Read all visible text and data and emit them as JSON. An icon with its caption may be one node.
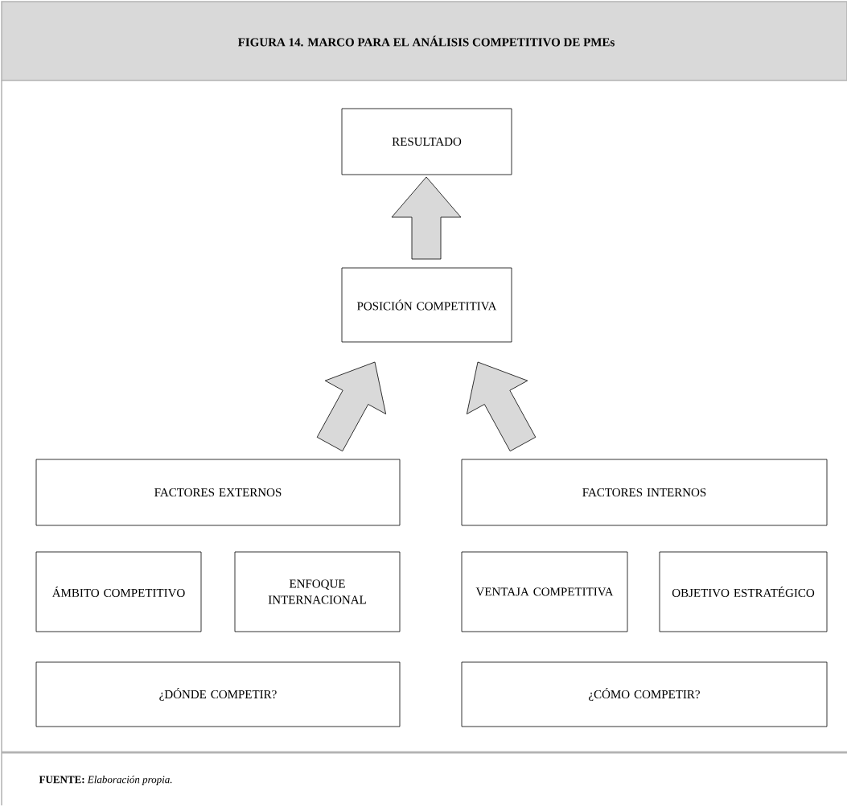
{
  "diagram": {
    "title": "FIGURA 14. MARCO PARA EL ANÁLISIS COMPETITIVO DE PMEs",
    "caption": "**FUENTE:** *Elaboración propia.*",
    "nodes": [
      {
        "text": [
          "RESULTADO"
        ]
      },
      {
        "text": [
          "POSICIÓN COMPETITIVA"
        ]
      },
      {
        "text": [
          "FACTORES EXTERNOS"
        ]
      },
      {
        "text": [
          "FACTORES INTERNOS"
        ]
      },
      {
        "text": [
          "ÁMBITO COMPETITIVO"
        ]
      },
      {
        "text": [
          "ENFOQUE INTERNACIONAL"
        ]
      },
      {
        "text": [
          "VENTAJA COMPETITIVA"
        ]
      },
      {
        "text": [
          "OBJETIVO ESTRATÉGICO"
        ]
      },
      {
        "text": [
          "¿DÓNDE COMPETIR?"
        ]
      },
      {
        "text": [
          "¿CÓMO COMPETIR?"
        ]
      }
    ],
    "edges": [
      {
        "from": 1,
        "to": 0,
        "arrow": "to"
      },
      {
        "from": 2,
        "to": 1,
        "arrow": "to"
      },
      {
        "from": 3,
        "to": 1,
        "arrow": "to"
      }
    ]
  }
}
